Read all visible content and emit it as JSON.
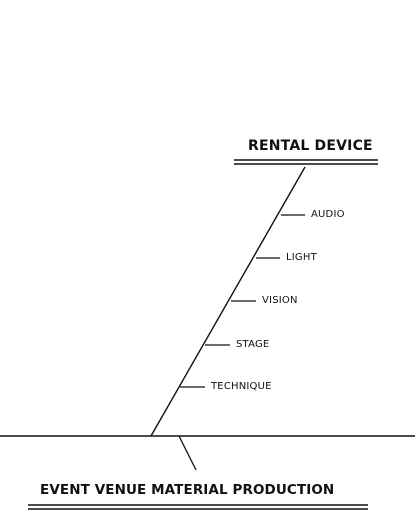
{
  "diagram": {
    "title_top": "RENTAL DEVICE",
    "title_bottom": "EVENT VENUE MATERIAL PRODUCTION",
    "branches": [
      "AUDIO",
      "LIGHT",
      "VISION",
      "STAGE",
      "TECHNIQUE"
    ]
  },
  "colors": {
    "line": "#111111",
    "text": "#111111",
    "background": "#ffffff"
  }
}
